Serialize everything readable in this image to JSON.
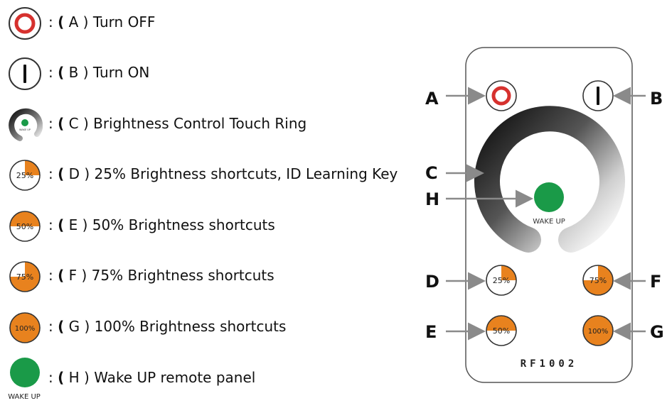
{
  "legend": [
    {
      "key": "A",
      "prefix": ":",
      "open": "(",
      "letter": "A",
      "close": ")",
      "text": "Turn OFF",
      "icon": "off-icon"
    },
    {
      "key": "B",
      "prefix": ":",
      "open": "(",
      "letter": "B",
      "close": ")",
      "text": "Turn ON",
      "icon": "on-icon"
    },
    {
      "key": "C",
      "prefix": ":",
      "open": "(",
      "letter": "C",
      "close": ")",
      "text": "Brightness Control Touch Ring",
      "icon": "touch-ring-icon"
    },
    {
      "key": "D",
      "prefix": ":",
      "open": "(",
      "letter": "D",
      "close": ")",
      "text": "25% Brightness shortcuts, ID Learning Key",
      "icon": "brightness-25-icon",
      "badge": "25%",
      "level": 0.25
    },
    {
      "key": "E",
      "prefix": ":",
      "open": "(",
      "letter": "E",
      "close": ")",
      "text": "50% Brightness shortcuts",
      "icon": "brightness-50-icon",
      "badge": "50%",
      "level": 0.5
    },
    {
      "key": "F",
      "prefix": ":",
      "open": "(",
      "letter": "F",
      "close": ")",
      "text": "75% Brightness shortcuts",
      "icon": "brightness-75-icon",
      "badge": "75%",
      "level": 0.75
    },
    {
      "key": "G",
      "prefix": ":",
      "open": "(",
      "letter": "G",
      "close": ")",
      "text": "100% Brightness shortcuts",
      "icon": "brightness-100-icon",
      "badge": "100%",
      "level": 1.0
    },
    {
      "key": "H",
      "prefix": ":",
      "open": "(",
      "letter": "H",
      "close": ")",
      "text": "Wake UP remote panel",
      "icon": "wake-up-icon",
      "sublabel": "WAKE UP"
    }
  ],
  "remote": {
    "model": "RF1002",
    "wake_label": "WAKE UP",
    "callouts": [
      "A",
      "B",
      "C",
      "H",
      "D",
      "F",
      "E",
      "G"
    ],
    "buttons": {
      "d": "25%",
      "f": "75%",
      "e": "50%",
      "g": "100%"
    }
  },
  "colors": {
    "off_red": "#d6312e",
    "orange": "#e8821e",
    "green": "#1a9a48",
    "ring_dark": "#1a1a1a",
    "ring_light": "#f2f2f2",
    "outline": "#333333",
    "arrow": "#8a8a8a"
  }
}
